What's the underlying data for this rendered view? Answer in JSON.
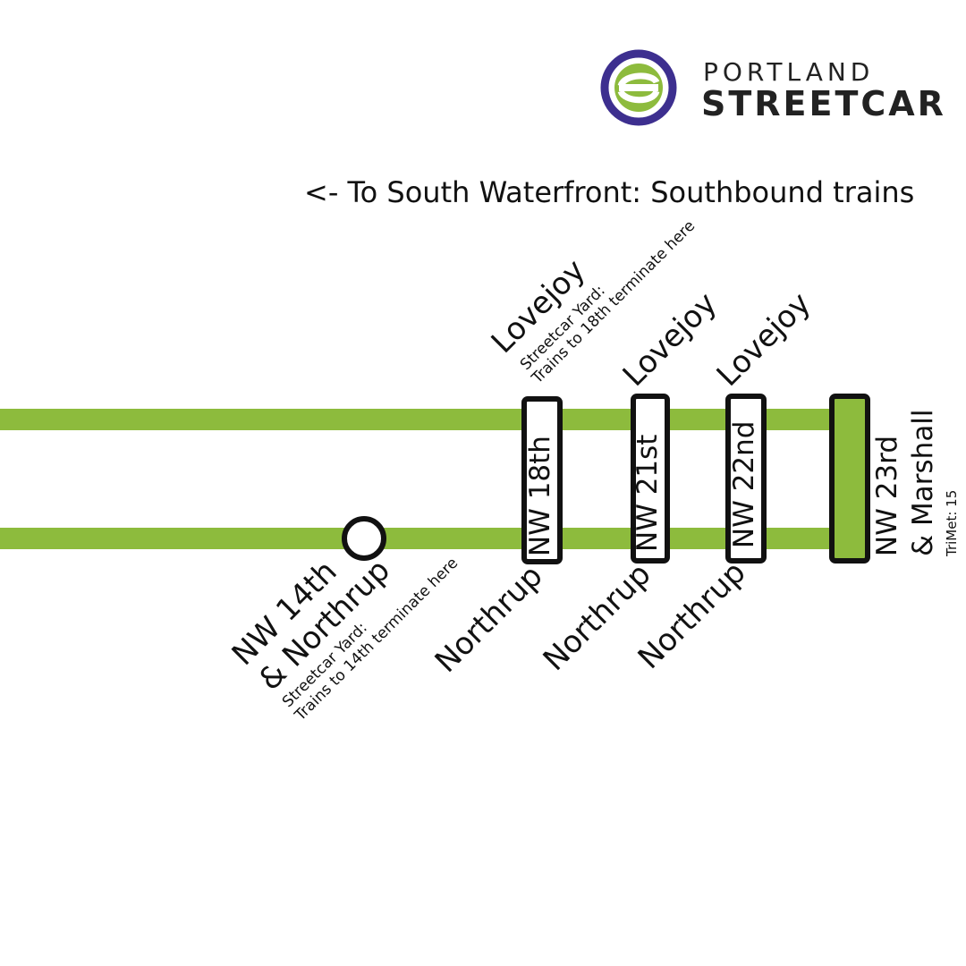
{
  "brand": {
    "line1": "PORTLAND",
    "line2": "STREETCAR",
    "colors": {
      "ring": "#3d2f8f",
      "swoosh": "#8dbb3d"
    }
  },
  "direction": "<- To South Waterfront: Southbound trains",
  "line_color": "#8dbb3d",
  "stations": {
    "nw14": {
      "name_line1": "NW 14th",
      "name_line2": "& Northrup",
      "note_line1": "Streetcar Yard:",
      "note_line2": "Trains to 14th terminate here"
    },
    "nw18": {
      "name": "NW 18th",
      "top": "Lovejoy",
      "top_note_line1": "Streetcar Yard:",
      "top_note_line2": "Trains to 18th terminate here",
      "bottom": "Northrup"
    },
    "nw21": {
      "name": "NW 21st",
      "top": "Lovejoy",
      "bottom": "Northrup"
    },
    "nw22": {
      "name": "NW 22nd",
      "top": "Lovejoy",
      "bottom": "Northrup"
    },
    "nw23": {
      "name_line1": "NW 23rd",
      "name_line2": "& Marshall",
      "note": "TriMet: 15"
    }
  }
}
